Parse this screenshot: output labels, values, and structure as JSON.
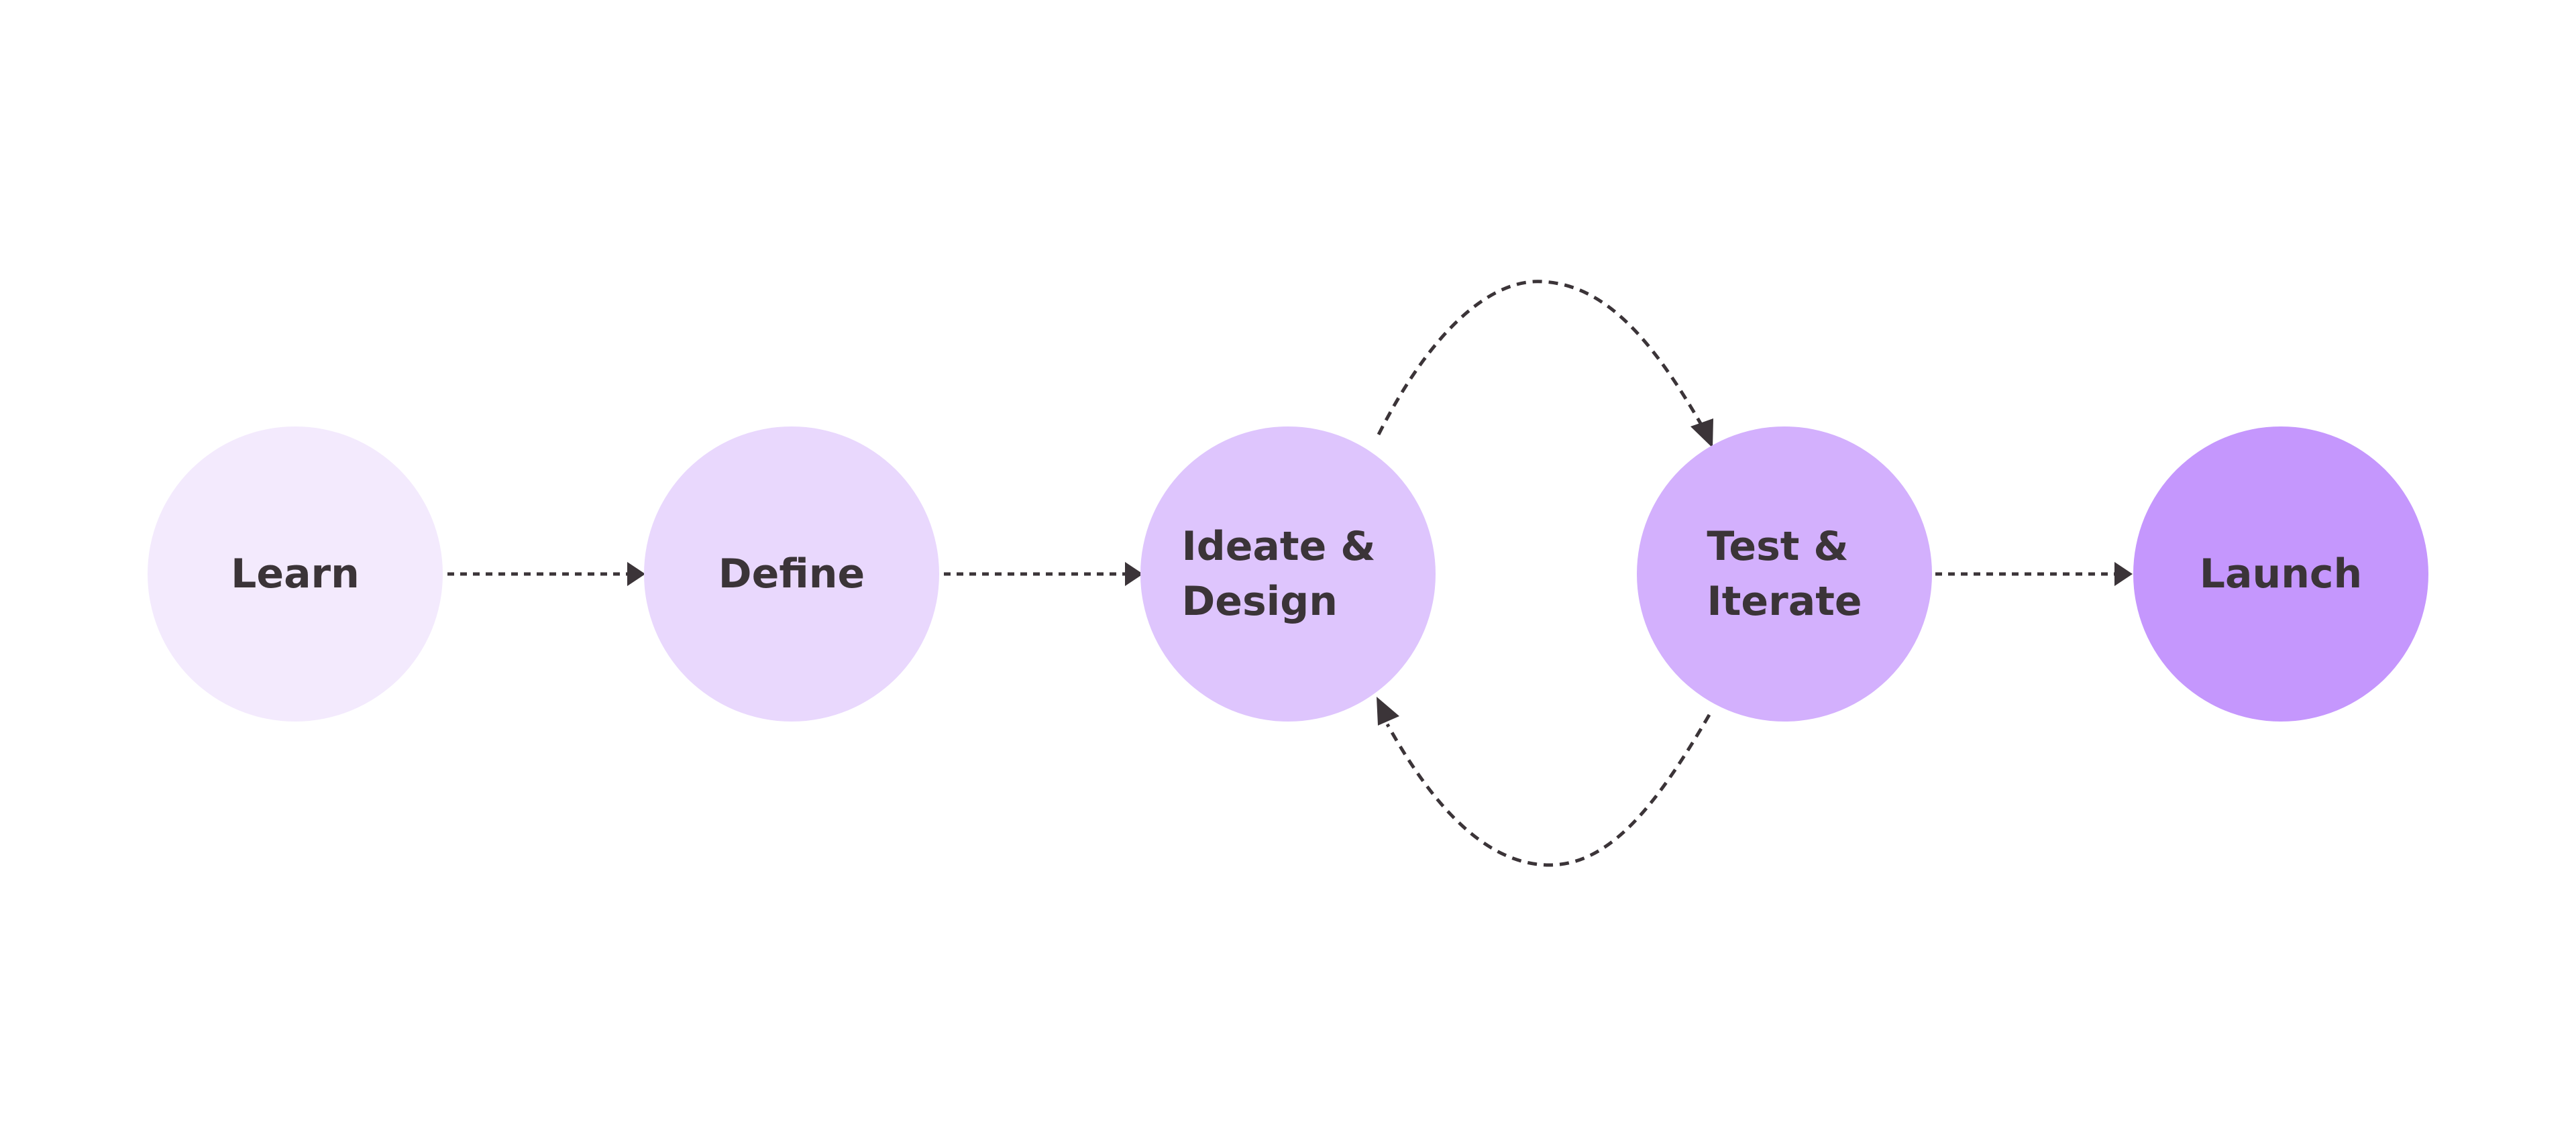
{
  "diagram": {
    "nodes": [
      {
        "id": "learn",
        "lines": [
          "Learn"
        ],
        "color": "#F3EAFD"
      },
      {
        "id": "define",
        "lines": [
          "Define"
        ],
        "color": "#E9D8FD"
      },
      {
        "id": "ideate",
        "lines": [
          "Ideate &",
          "Design"
        ],
        "color": "#DEC5FD"
      },
      {
        "id": "test",
        "lines": [
          "Test &",
          "Iterate"
        ],
        "color": "#D3B0FD"
      },
      {
        "id": "launch",
        "lines": [
          "Launch"
        ],
        "color": "#C597FD"
      }
    ],
    "edges": [
      {
        "from": "learn",
        "to": "define",
        "style": "dotted"
      },
      {
        "from": "define",
        "to": "ideate",
        "style": "dotted"
      },
      {
        "from": "ideate",
        "to": "test",
        "style": "dashed-curve"
      },
      {
        "from": "test",
        "to": "ideate",
        "style": "dashed-curve"
      },
      {
        "from": "test",
        "to": "launch",
        "style": "dotted"
      }
    ],
    "line_color": "#3b3438"
  }
}
